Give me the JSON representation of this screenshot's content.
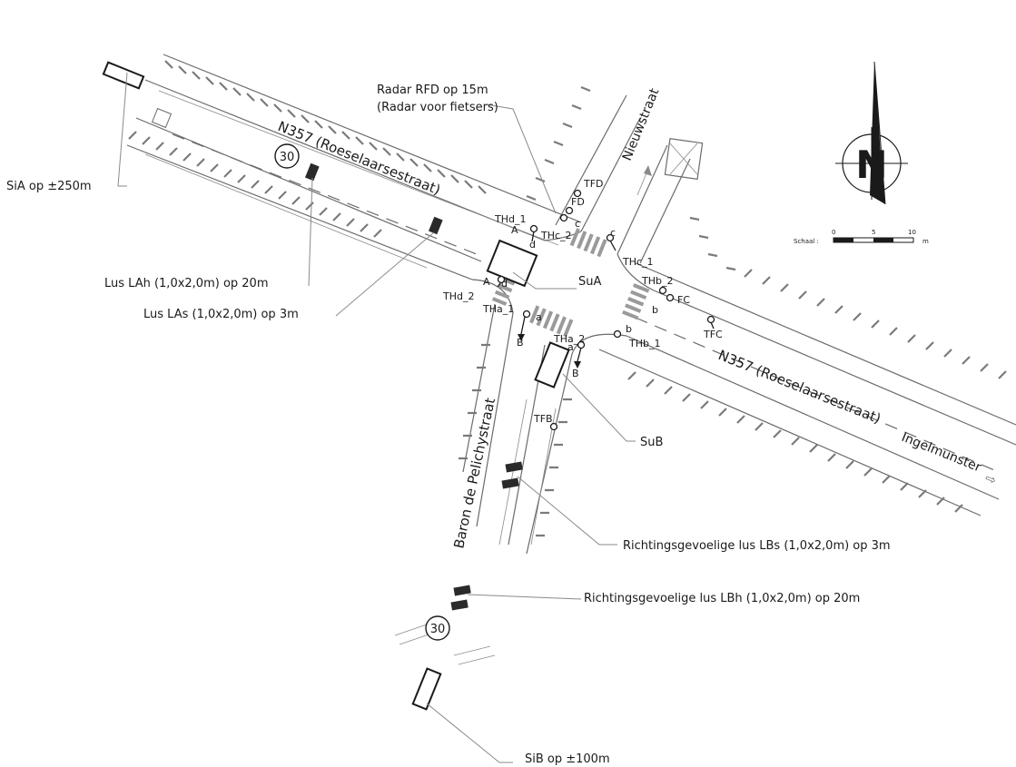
{
  "roads": {
    "main_name_west": "N357 (Roeselaarsestraat)",
    "main_name_east": "N357 (Roeselaarsestraat)",
    "north_street": "Nieuwstraat",
    "south_street": "Baron de Pelichystraat",
    "destination": "Ingelmunster"
  },
  "speed_signs": [
    "30",
    "30"
  ],
  "callouts": {
    "radar_line1": "Radar RFD op 15m",
    "radar_line2": "(Radar voor fietsers)",
    "sia": "SiA op ±250m",
    "lus_lah": "Lus LAh (1,0x2,0m) op 20m",
    "lus_las": "Lus LAs (1,0x2,0m) op 3m",
    "sua": "SuA",
    "sub": "SuB",
    "lus_lbs": "Richtingsgevoelige lus LBs (1,0x2,0m) op 3m",
    "lus_lbh": "Richtingsgevoelige lus LBh (1,0x2,0m) op 20m",
    "sib": "SiB op ±100m"
  },
  "signal_heads": {
    "thd1": "THd_1",
    "thd2": "THd_2",
    "thc2": "THc_2",
    "thc1": "THc_1",
    "thb2": "THb_2",
    "thb1": "THb_1",
    "tha1": "THa_1",
    "tha2": "THa_2",
    "fd": "FD",
    "tfd": "TFD",
    "fc": "FC",
    "tfc": "TFC",
    "tfb": "TFB"
  },
  "letters": {
    "a1": "A",
    "a2": "A",
    "b1": "B",
    "b2": "B",
    "c_low1": "c",
    "c_low2": "c",
    "d_low1": "d",
    "d_low2": "d",
    "b_low1": "b",
    "b_low2": "b",
    "a_low1": "a",
    "a_low2": "a"
  },
  "compass": {
    "north": "N"
  },
  "scale": {
    "label": "Schaal :",
    "t0": "0",
    "t5": "5",
    "t10": "10",
    "unit": "m"
  }
}
